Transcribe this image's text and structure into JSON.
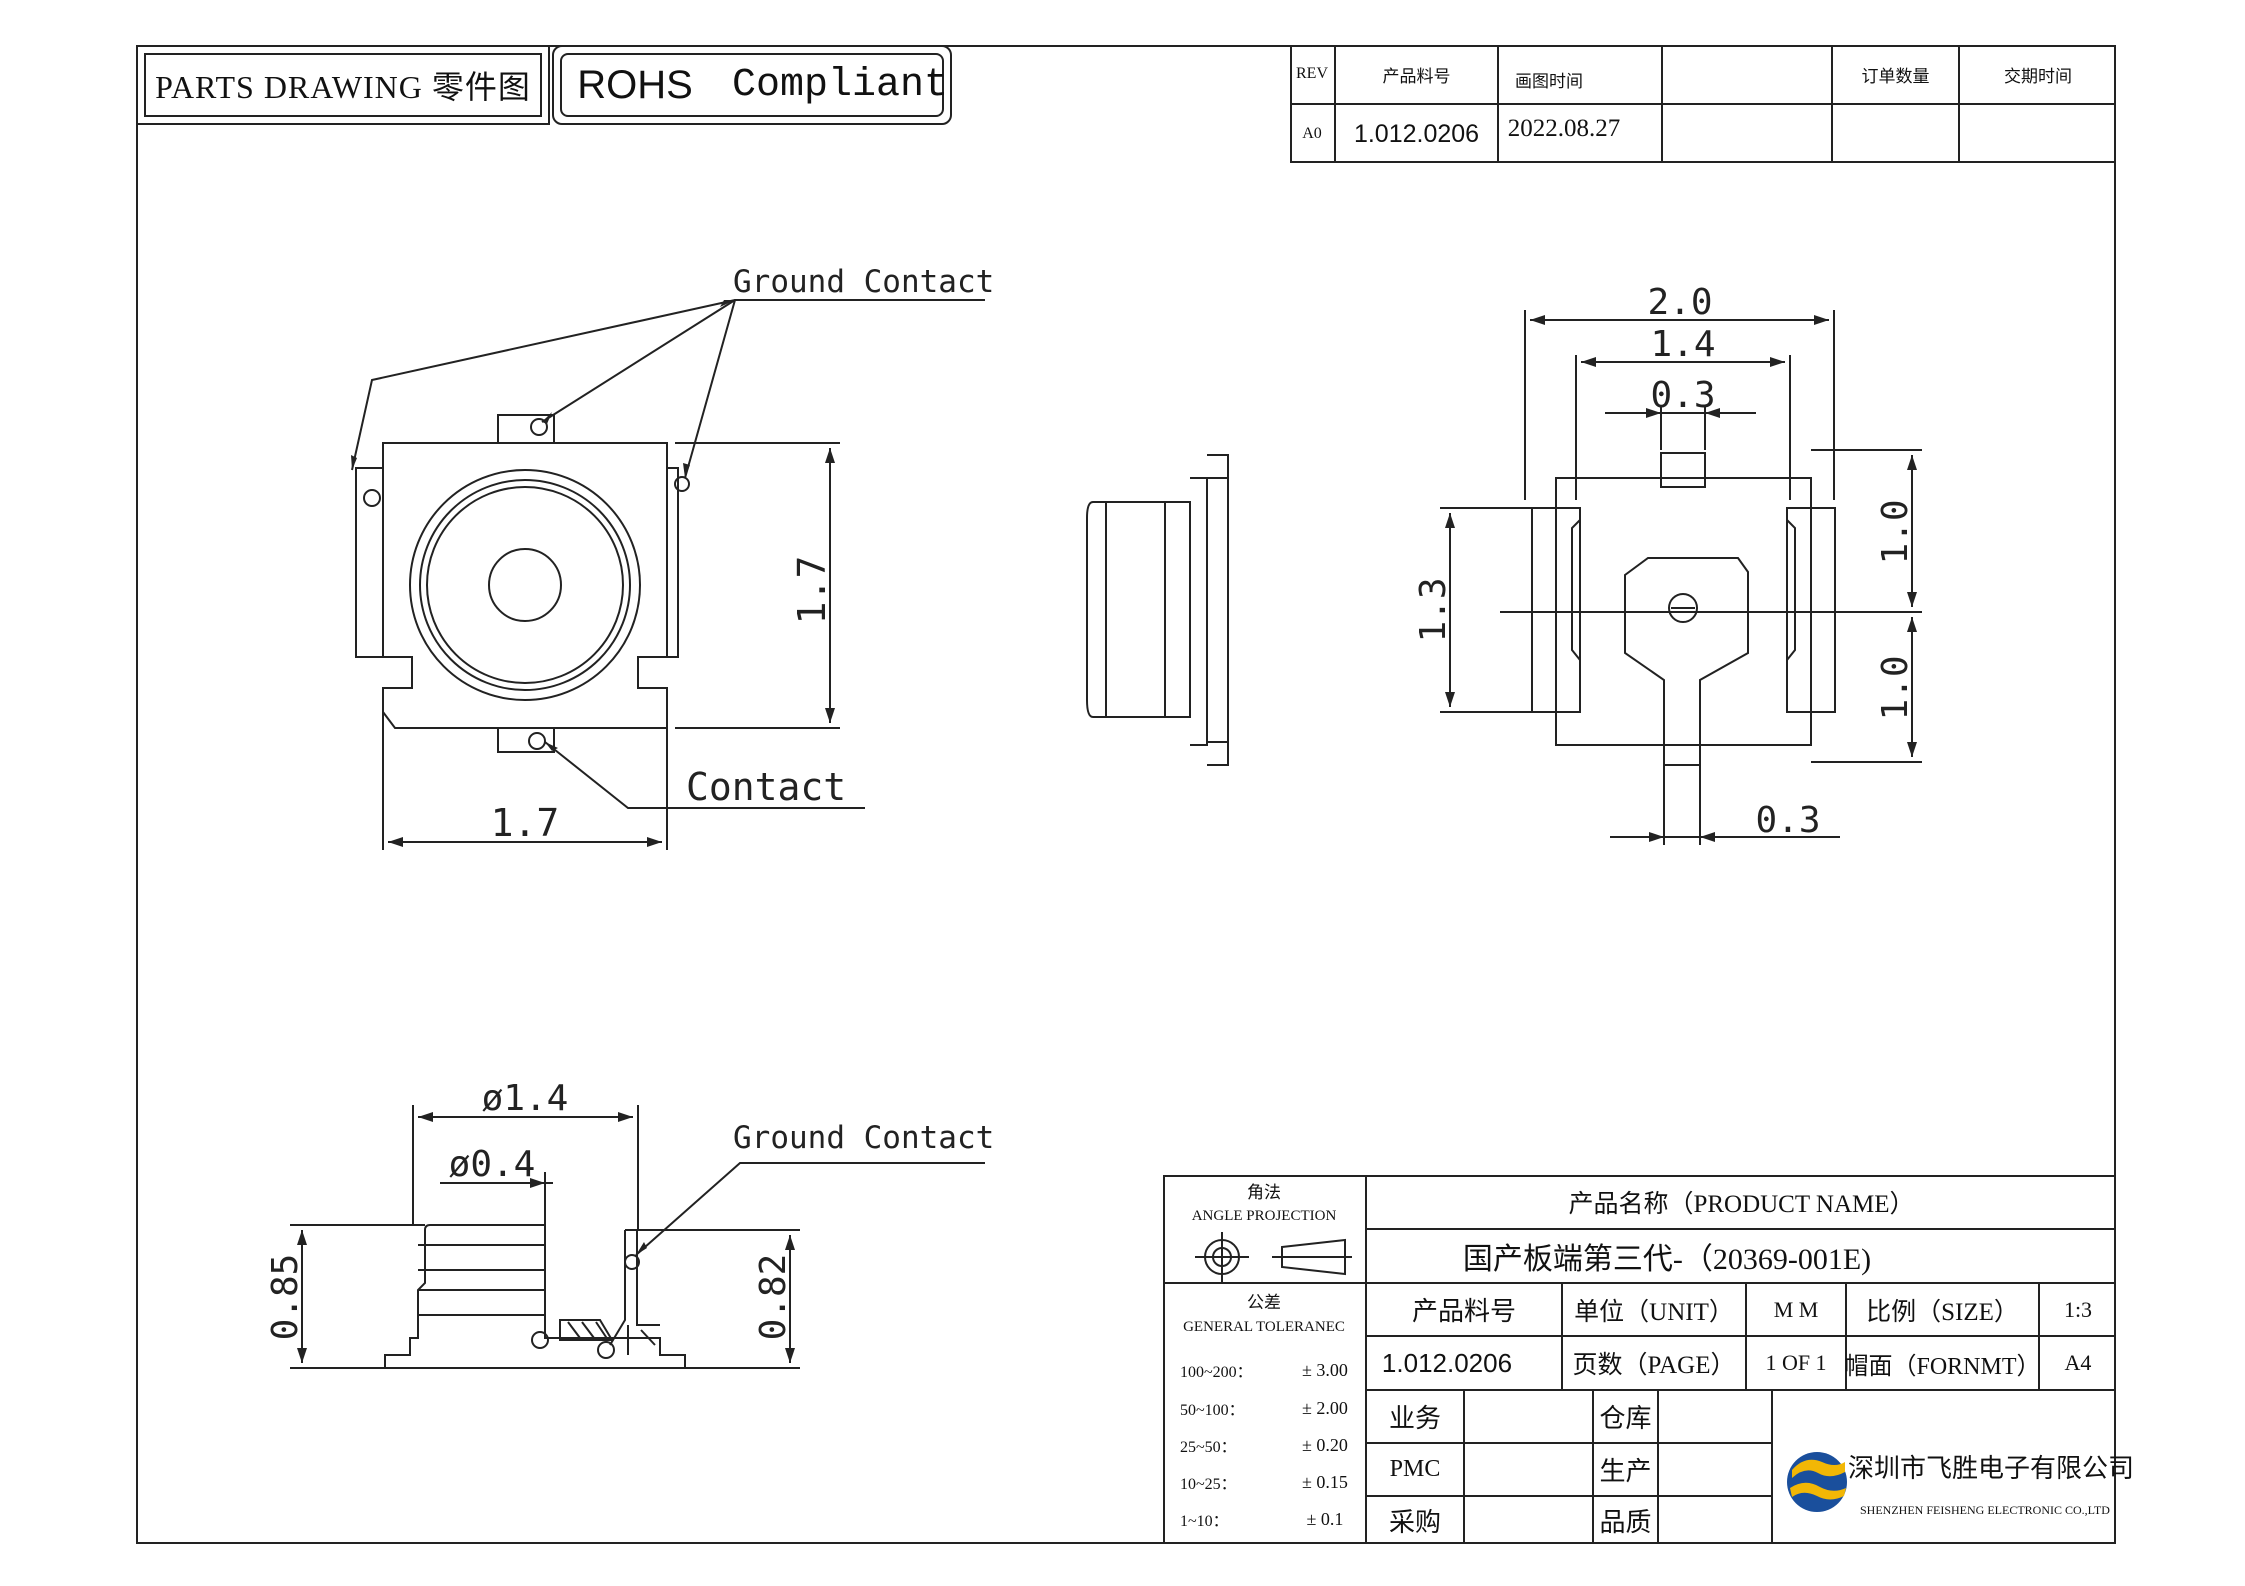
{
  "header": {
    "parts_drawing": "PARTS DRAWING 零件图",
    "rohs": "ROHS",
    "compliant": "Compliant"
  },
  "rev_table": {
    "headers": [
      "REV",
      "产品料号",
      "画图时间",
      "",
      "订单数量",
      "交期时间"
    ],
    "values": [
      "A0",
      "1.012.0206",
      "2022.08.27",
      "",
      "",
      ""
    ]
  },
  "annotations": {
    "ground_contact_top": "Ground Contact",
    "contact": "Contact",
    "ground_contact_bottom": "Ground Contact"
  },
  "dimensions": {
    "top_view_height": "1.7",
    "top_view_width": "1.7",
    "bottom_width_outer": "2.0",
    "bottom_width_inner": "1.4",
    "bottom_width_center": "0.3",
    "bottom_height": "1.3",
    "bottom_upper": "1.0",
    "bottom_lower": "1.0",
    "bottom_tail_width": "0.3",
    "side_diameter_outer": "ø1.4",
    "side_diameter_inner": "ø0.4",
    "side_height_left": "0.85",
    "side_height_right": "0.82"
  },
  "title_block": {
    "angle_projection_cn": "角法",
    "angle_projection_en": "ANGLE PROJECTION",
    "product_name_label": "产品名称（PRODUCT NAME）",
    "product_name": "国产板端第三代-（20369-001E)",
    "tolerance_cn": "公差",
    "tolerance_en": "GENERAL TOLERANEC",
    "tolerances": [
      {
        "range": "100~200：",
        "value": "± 3.00"
      },
      {
        "range": "50~100：",
        "value": "± 2.00"
      },
      {
        "range": "25~50：",
        "value": "± 0.20"
      },
      {
        "range": "10~25：",
        "value": "± 0.15"
      },
      {
        "range": "1~10：",
        "value": "± 0.1"
      }
    ],
    "part_no_label": "产品料号",
    "part_no": "1.012.0206",
    "unit_label": "单位（UNIT）",
    "unit": "M M",
    "page_label": "页数（PAGE）",
    "page": "1 OF 1",
    "scale_label": "比例（SIZE）",
    "scale": "1:3",
    "format_label": "帽面（FORNMT）",
    "format": "A4",
    "sign_labels": [
      "业务",
      "PMC",
      "采购"
    ],
    "sign_labels_right": [
      "仓库",
      "生产",
      "品质"
    ],
    "company_cn": "深圳市飞胜电子有限公司",
    "company_en": "SHENZHEN FEISHENG ELECTRONIC  CO.,LTD",
    "logo_colors": {
      "blue": "#1a4f9c",
      "yellow": "#f2b705"
    }
  }
}
